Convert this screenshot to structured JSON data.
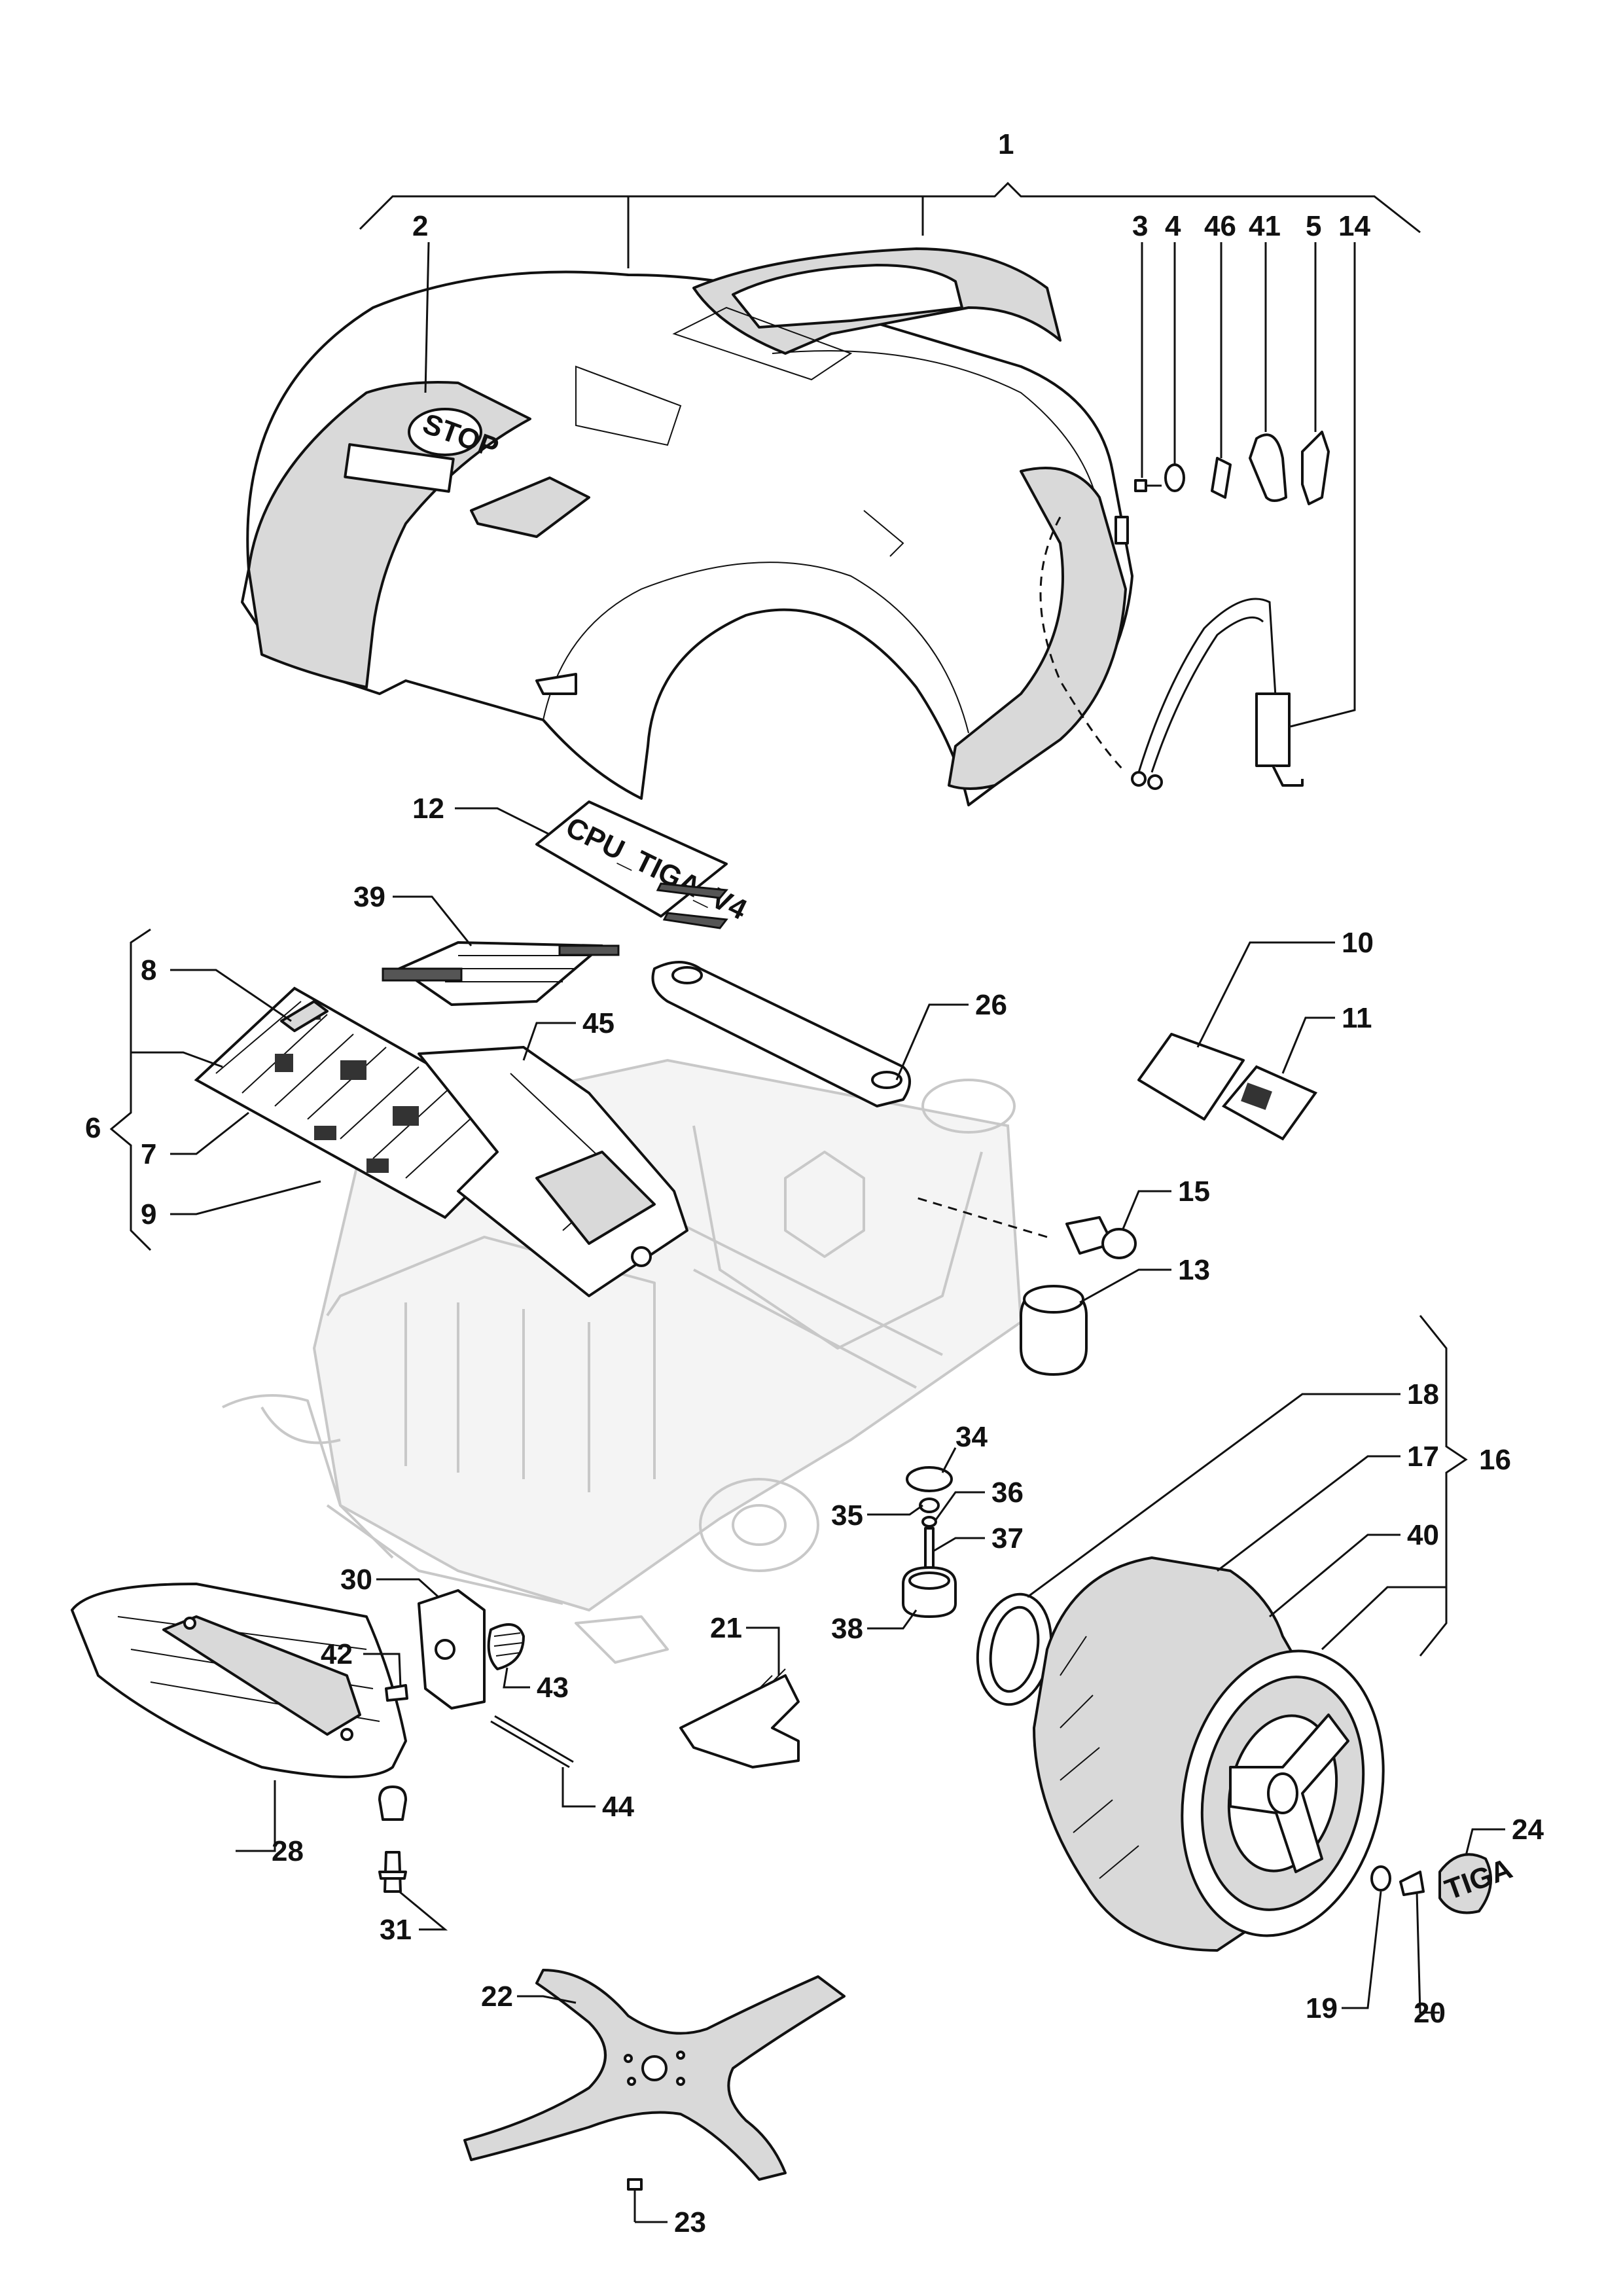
{
  "diagram": {
    "type": "exploded-parts-view",
    "callouts": [
      "1",
      "2",
      "3",
      "4",
      "46",
      "41",
      "5",
      "14",
      "12",
      "39",
      "10",
      "11",
      "8",
      "45",
      "26",
      "6",
      "7",
      "9",
      "15",
      "13",
      "18",
      "34",
      "16",
      "17",
      "35",
      "36",
      "37",
      "40",
      "30",
      "21",
      "38",
      "42",
      "43",
      "24",
      "44",
      "28",
      "31",
      "19",
      "20",
      "22",
      "23"
    ],
    "covers_label": "STOP",
    "brand_label": "TIGA",
    "pcb_print": "CPU_TIGA_V4"
  }
}
